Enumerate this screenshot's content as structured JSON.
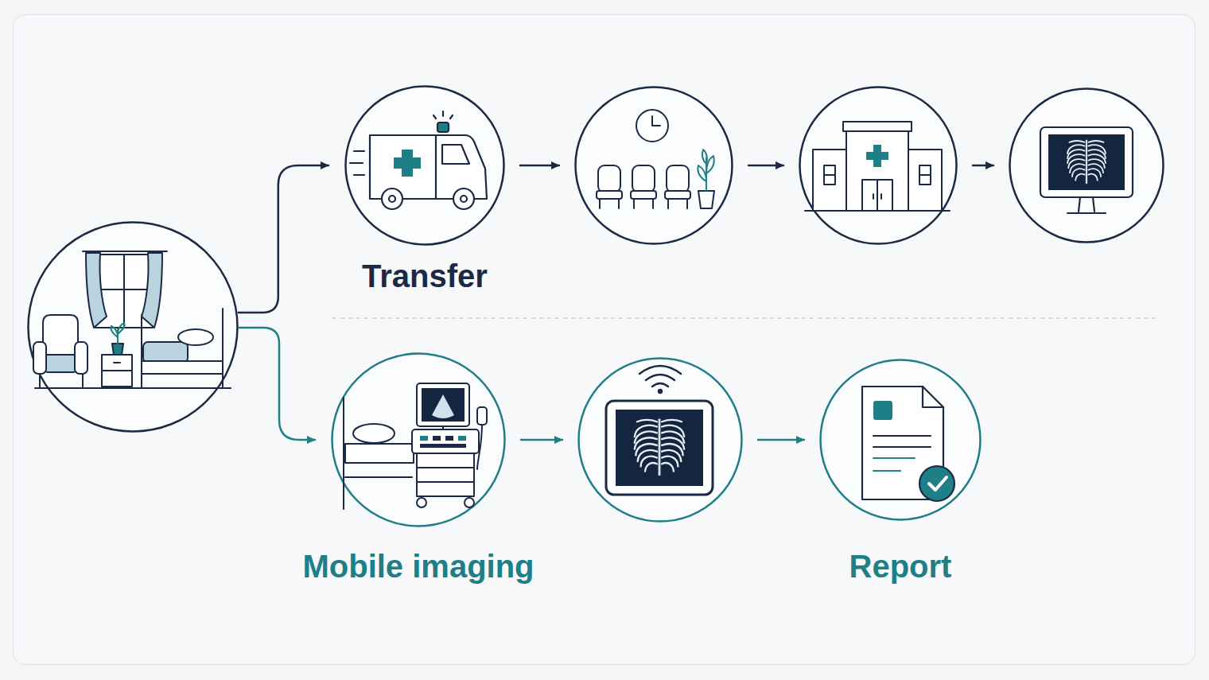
{
  "diagram": {
    "nodes": [
      {
        "text": []
      },
      {
        "text": [
          "Transfer"
        ]
      },
      {
        "text": []
      },
      {
        "text": []
      },
      {
        "text": []
      },
      {
        "text": [
          "Mobile imaging"
        ]
      },
      {
        "text": []
      },
      {
        "text": [
          "Report"
        ]
      }
    ],
    "edges": [
      {
        "from": 0,
        "to": 1,
        "arrow": "to"
      },
      {
        "from": 1,
        "to": 2,
        "arrow": "to"
      },
      {
        "from": 2,
        "to": 3,
        "arrow": "to"
      },
      {
        "from": 3,
        "to": 4,
        "arrow": "to"
      },
      {
        "from": 0,
        "to": 5,
        "arrow": "to"
      },
      {
        "from": 5,
        "to": 6,
        "arrow": "to"
      },
      {
        "from": 6,
        "to": 7,
        "arrow": "to"
      }
    ]
  }
}
